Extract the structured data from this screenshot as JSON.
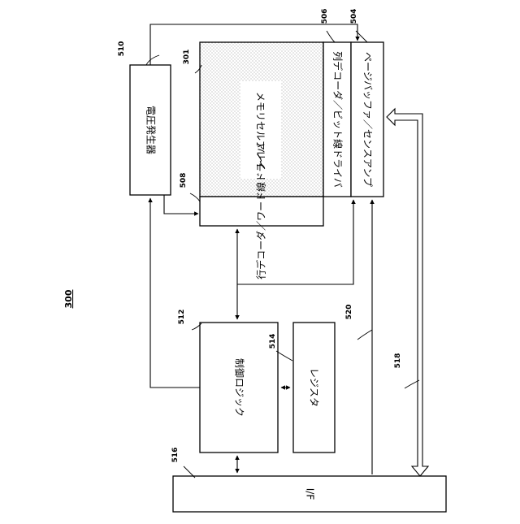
{
  "figure_label": "300",
  "blocks": {
    "memory_cell_array": {
      "label": "メモリセルアレイ",
      "ref": "301"
    },
    "row_decoder": {
      "label": "行デコーダ／ワード線ドライバ",
      "ref": "508"
    },
    "column_decoder": {
      "label": "列デコーダ／ビット線ドライバ",
      "ref": "506"
    },
    "page_buffer": {
      "label": "ページバッファ／センスアンプ",
      "ref": "504"
    },
    "voltage_generator": {
      "label": "電圧発生器",
      "ref": "510"
    },
    "control_logic": {
      "label": "制御ロジック",
      "ref": "512"
    },
    "register": {
      "label": "レジスタ",
      "ref": "514"
    },
    "interface": {
      "label": "I/F",
      "ref": "516"
    }
  },
  "buses": {
    "data_bus": {
      "ref": "518"
    },
    "control_bus": {
      "ref": "520"
    }
  }
}
